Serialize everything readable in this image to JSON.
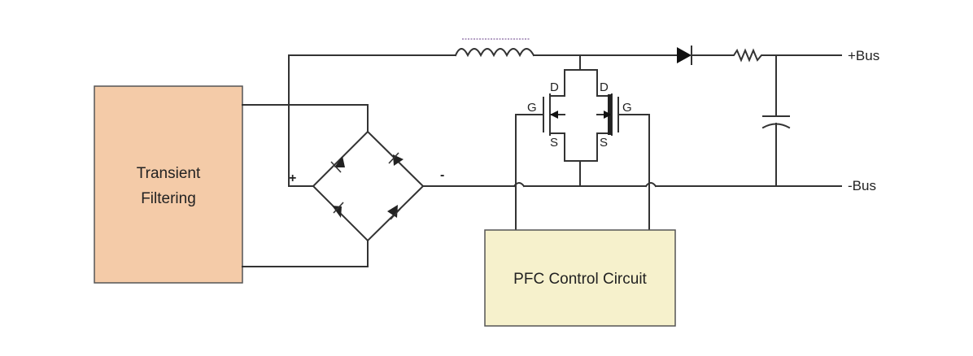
{
  "blocks": {
    "transient_filter": {
      "line1": "Transient",
      "line2": "Filtering",
      "fill": "#f4cba8",
      "stroke": "#555555"
    },
    "pfc_control": {
      "label": "PFC Control Circuit",
      "fill": "#f6f1cc",
      "stroke": "#555555"
    }
  },
  "terminals": {
    "positive_bus": "+Bus",
    "negative_bus": "-Bus"
  },
  "bridge": {
    "plus_mark": "+",
    "minus_mark": "-"
  },
  "mosfet_left": {
    "drain": "D",
    "gate": "G",
    "source": "S"
  },
  "mosfet_right": {
    "drain": "D",
    "gate": "G",
    "source": "S"
  }
}
